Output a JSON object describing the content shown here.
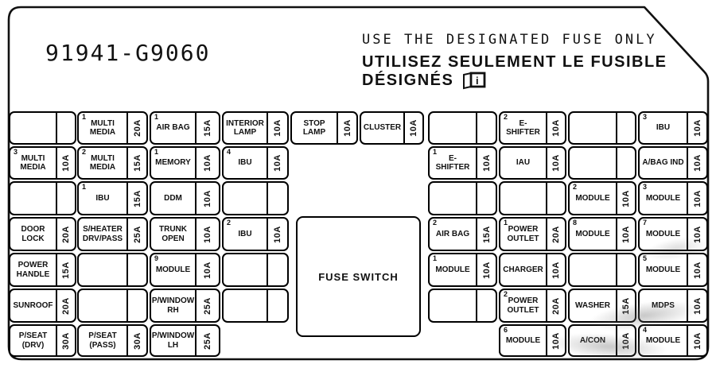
{
  "part_number": "91941-G9060",
  "warning": {
    "en": "USE THE DESIGNATED FUSE ONLY",
    "fr_line1": "UTILISEZ SEULEMENT LE FUSIBLE",
    "fr_line2": "DÉSIGNÉS",
    "book_icon": "owners-manual-book-icon"
  },
  "fuse_switch_label": "FUSE SWITCH",
  "columns": [
    {
      "id": "left-1",
      "cells": [
        {
          "e": true
        },
        {
          "sup": "3",
          "label": "MULTI MEDIA",
          "amp": "10A"
        },
        {
          "e": true
        },
        {
          "label": "DOOR LOCK",
          "amp": "20A"
        },
        {
          "label": "POWER HANDLE",
          "amp": "15A"
        },
        {
          "label": "SUNROOF",
          "amp": "20A"
        },
        {
          "label": "P/SEAT (DRV)",
          "amp": "30A"
        }
      ]
    },
    {
      "id": "left-2",
      "cells": [
        {
          "sup": "1",
          "label": "MULTI MEDIA",
          "amp": "20A"
        },
        {
          "sup": "2",
          "label": "MULTI MEDIA",
          "amp": "15A"
        },
        {
          "sup": "1",
          "label": "IBU",
          "amp": "15A"
        },
        {
          "label": "S/HEATER DRV/PASS",
          "amp": "25A"
        },
        {
          "e": true
        },
        {
          "e": true
        },
        {
          "label": "P/SEAT (PASS)",
          "amp": "30A"
        }
      ]
    },
    {
      "id": "left-3",
      "cells": [
        {
          "sup": "1",
          "label": "AIR BAG",
          "amp": "15A"
        },
        {
          "sup": "1",
          "label": "MEMORY",
          "amp": "10A"
        },
        {
          "label": "DDM",
          "amp": "10A"
        },
        {
          "label": "TRUNK OPEN",
          "amp": "10A"
        },
        {
          "sup": "9",
          "label": "MODULE",
          "amp": "10A"
        },
        {
          "label": "P/WINDOW RH",
          "amp": "25A"
        },
        {
          "label": "P/WINDOW LH",
          "amp": "25A"
        }
      ]
    },
    {
      "id": "left-4",
      "cells": [
        {
          "label": "INTERIOR LAMP",
          "amp": "10A"
        },
        {
          "sup": "4",
          "label": "IBU",
          "amp": "10A"
        },
        {
          "e": true
        },
        {
          "sup": "2",
          "label": "IBU",
          "amp": "10A"
        },
        {
          "e": true
        },
        {
          "e": true
        },
        null
      ]
    },
    {
      "id": "mid-1",
      "cells": [
        {
          "label": "STOP LAMP",
          "amp": "10A"
        },
        null,
        null,
        null,
        null,
        null,
        null
      ]
    },
    {
      "id": "mid-2",
      "cells": [
        {
          "label": "CLUSTER",
          "amp": "10A"
        },
        null,
        null,
        null,
        null,
        null,
        null
      ]
    },
    {
      "id": "right-1",
      "cells": [
        {
          "e": true
        },
        {
          "sup": "1",
          "label": "E-SHIFTER",
          "amp": "10A"
        },
        {
          "e": true
        },
        {
          "sup": "2",
          "label": "AIR BAG",
          "amp": "15A"
        },
        {
          "sup": "1",
          "label": "MODULE",
          "amp": "10A"
        },
        {
          "e": true
        },
        null
      ]
    },
    {
      "id": "right-2",
      "cells": [
        {
          "sup": "2",
          "label": "E-SHIFTER",
          "amp": "10A"
        },
        {
          "label": "IAU",
          "amp": "10A"
        },
        {
          "e": true
        },
        {
          "sup": "1",
          "label": "POWER OUTLET",
          "amp": "20A"
        },
        {
          "label": "CHARGER",
          "amp": "10A"
        },
        {
          "sup": "2",
          "label": "POWER OUTLET",
          "amp": "20A"
        },
        {
          "sup": "6",
          "label": "MODULE",
          "amp": "10A"
        }
      ]
    },
    {
      "id": "right-3",
      "cells": [
        {
          "e": true
        },
        {
          "e": true
        },
        {
          "sup": "2",
          "label": "MODULE",
          "amp": "10A"
        },
        {
          "sup": "8",
          "label": "MODULE",
          "amp": "10A"
        },
        {
          "e": true
        },
        {
          "label": "WASHER",
          "amp": "15A"
        },
        {
          "label": "A/CON",
          "amp": "10A"
        }
      ]
    },
    {
      "id": "right-4",
      "cells": [
        {
          "sup": "3",
          "label": "IBU",
          "amp": "10A"
        },
        {
          "label": "A/BAG IND",
          "amp": "10A"
        },
        {
          "sup": "3",
          "label": "MODULE",
          "amp": "10A"
        },
        {
          "sup": "7",
          "label": "MODULE",
          "amp": "10A"
        },
        {
          "sup": "5",
          "label": "MODULE",
          "amp": "10A"
        },
        {
          "label": "MDPS",
          "amp": "10A"
        },
        {
          "sup": "4",
          "label": "MODULE",
          "amp": "10A"
        }
      ]
    }
  ]
}
